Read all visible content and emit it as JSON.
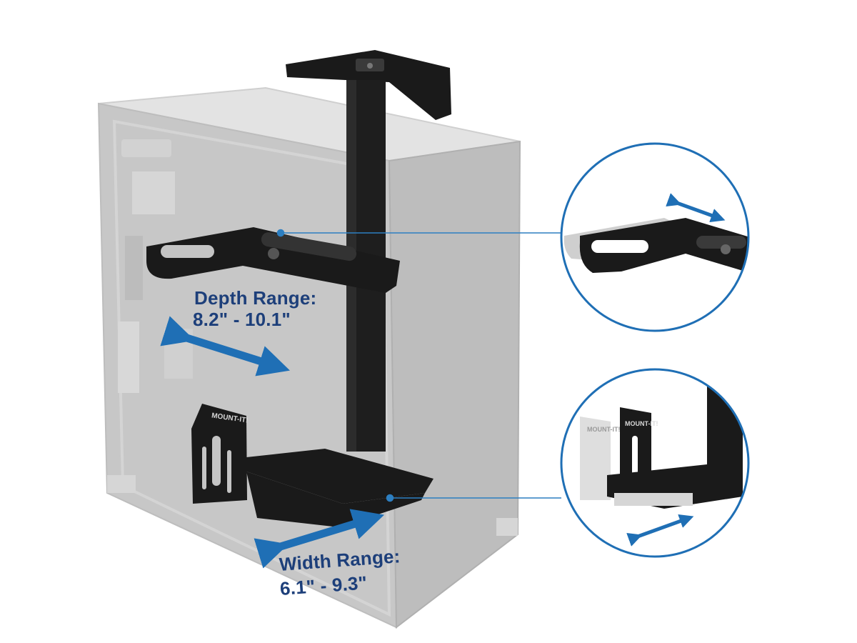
{
  "labels": {
    "depth_title": "Depth Range:",
    "depth_range": "8.2\" - 10.1\"",
    "width_title": "Width Range:",
    "width_range": "6.1\" - 9.3\""
  },
  "brand": {
    "main": "MOUNT-IT!",
    "inset": "MOUNT-IT!",
    "inset_ghost": "MOUNT-IT!"
  },
  "colors": {
    "accent_blue": "#1f6fb5",
    "label_navy": "#1d3f7a",
    "callout_line": "#2d7fc1",
    "case_gray": "#c4c4c4",
    "mount_black": "#1a1a1a"
  }
}
